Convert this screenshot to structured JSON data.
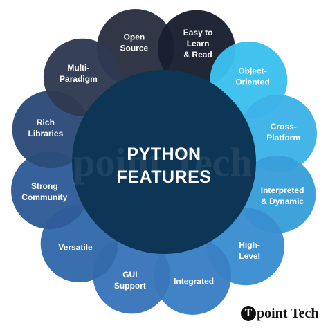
{
  "title": {
    "line1": "PYTHON",
    "line2": "FEATURES"
  },
  "features": [
    {
      "lines": [
        "Open",
        "Source"
      ],
      "color": "#2b3142"
    },
    {
      "lines": [
        "Easy to",
        "Learn",
        "& Read"
      ],
      "color": "#1a2030"
    },
    {
      "lines": [
        "Object-",
        "Oriented"
      ],
      "color": "#3cc0ee"
    },
    {
      "lines": [
        "Cross-",
        "Platform"
      ],
      "color": "#3eb3e8"
    },
    {
      "lines": [
        "Interpreted",
        "& Dynamic"
      ],
      "color": "#3a9fda"
    },
    {
      "lines": [
        "High-",
        "Level"
      ],
      "color": "#3a8ed2"
    },
    {
      "lines": [
        "Integrated"
      ],
      "color": "#3a7fc4"
    },
    {
      "lines": [
        "GUI",
        "Support"
      ],
      "color": "#3a76ba"
    },
    {
      "lines": [
        "Versatile"
      ],
      "color": "#336aaa"
    },
    {
      "lines": [
        "Strong",
        "Community"
      ],
      "color": "#2f5c98"
    },
    {
      "lines": [
        "Rich",
        "Libraries"
      ],
      "color": "#2c4b78"
    },
    {
      "lines": [
        "Multi-",
        "Paradigm"
      ],
      "color": "#2f3a52"
    }
  ],
  "colors": {
    "center": "#0d3656",
    "background": "#ffffff"
  },
  "logo": {
    "badge": "T",
    "text": "point Tech",
    "watermark": "point Tech"
  }
}
